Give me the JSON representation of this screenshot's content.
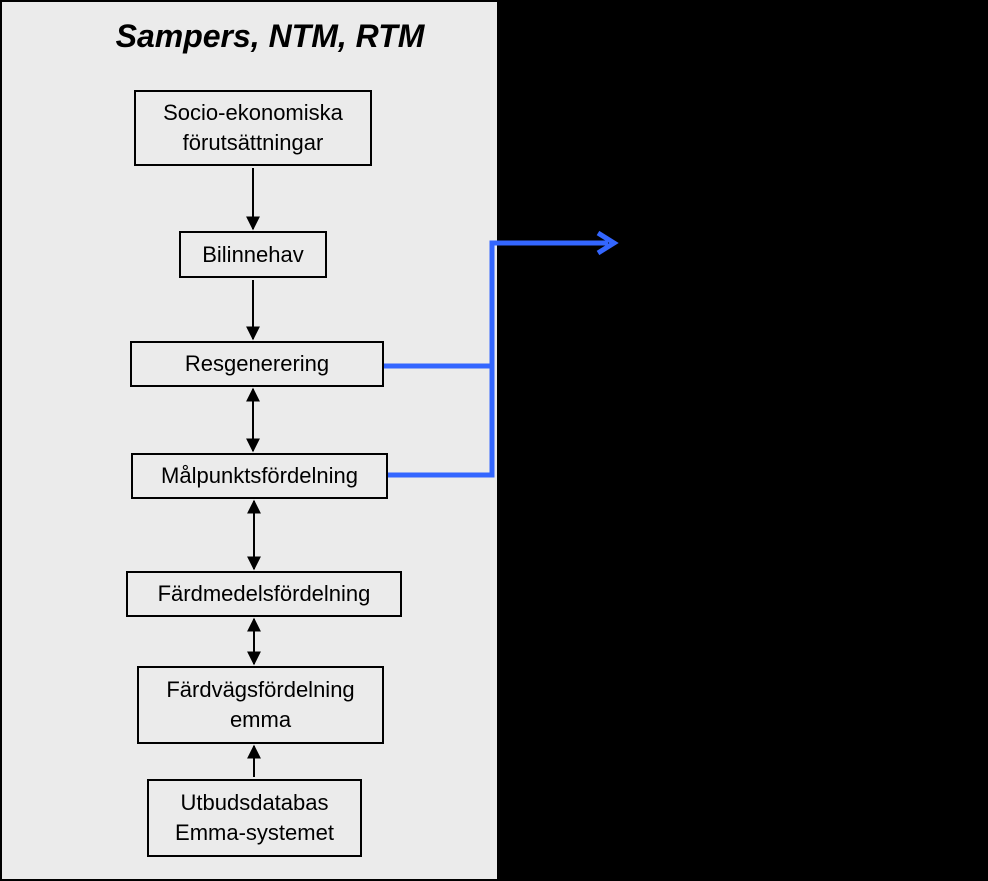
{
  "title": "Sampers, NTM, RTM",
  "boxes": {
    "socio": {
      "line1": "Socio-ekonomiska",
      "line2": "förutsättningar"
    },
    "bilinnehav": {
      "label": "Bilinnehav"
    },
    "resgenerering": {
      "label": "Resgenerering"
    },
    "malpunkt": {
      "label": "Målpunktsfördelning"
    },
    "fardmedel": {
      "label": "Färdmedelsfördelning"
    },
    "fardvag": {
      "line1": "Färdvägsfördelning",
      "line2": "emma"
    },
    "utbud": {
      "line1": "Utbudsdatabas",
      "line2": "Emma-systemet"
    }
  },
  "colors": {
    "panel": "#ebebeb",
    "background": "#000000",
    "connector": "#000000",
    "output_connector": "#3366ff"
  }
}
